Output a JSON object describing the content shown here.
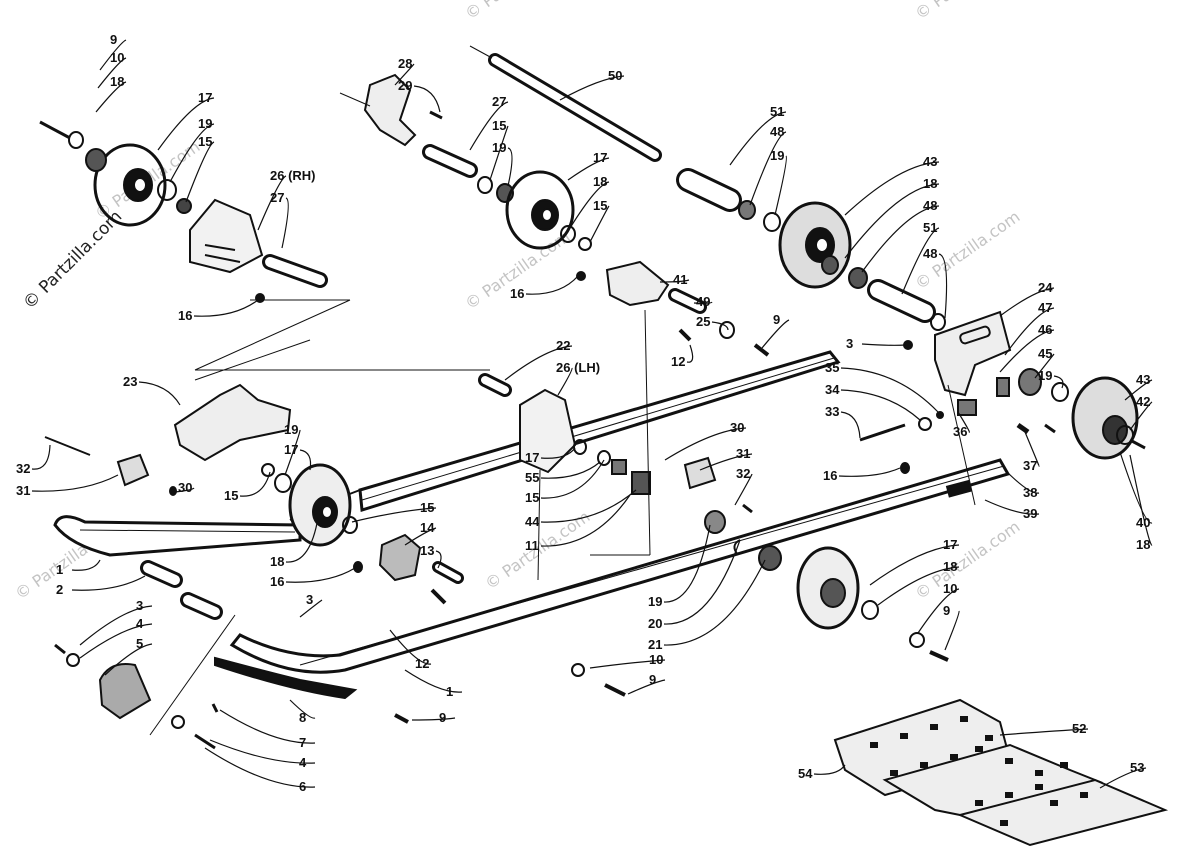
{
  "watermark": {
    "copyright": "© Partzilla.com",
    "tile": "© Partzilla.com"
  },
  "diagram": {
    "callouts": [
      {
        "text": "9"
      },
      {
        "text": "10"
      },
      {
        "text": "18"
      },
      {
        "text": "17"
      },
      {
        "text": "19"
      },
      {
        "text": "15"
      },
      {
        "text": "26 (RH)"
      },
      {
        "text": "27"
      },
      {
        "text": "16"
      },
      {
        "text": "28"
      },
      {
        "text": "29"
      },
      {
        "text": "27"
      },
      {
        "text": "15"
      },
      {
        "text": "19"
      },
      {
        "text": "50"
      },
      {
        "text": "17"
      },
      {
        "text": "18"
      },
      {
        "text": "15"
      },
      {
        "text": "51"
      },
      {
        "text": "48"
      },
      {
        "text": "19"
      },
      {
        "text": "43"
      },
      {
        "text": "18"
      },
      {
        "text": "48"
      },
      {
        "text": "51"
      },
      {
        "text": "48"
      },
      {
        "text": "24"
      },
      {
        "text": "47"
      },
      {
        "text": "46"
      },
      {
        "text": "45"
      },
      {
        "text": "19"
      },
      {
        "text": "43"
      },
      {
        "text": "42"
      },
      {
        "text": "16"
      },
      {
        "text": "41"
      },
      {
        "text": "49"
      },
      {
        "text": "25"
      },
      {
        "text": "9"
      },
      {
        "text": "12"
      },
      {
        "text": "22"
      },
      {
        "text": "26 (LH)"
      },
      {
        "text": "23"
      },
      {
        "text": "3"
      },
      {
        "text": "35"
      },
      {
        "text": "34"
      },
      {
        "text": "33"
      },
      {
        "text": "36"
      },
      {
        "text": "37"
      },
      {
        "text": "38"
      },
      {
        "text": "39"
      },
      {
        "text": "40"
      },
      {
        "text": "18"
      },
      {
        "text": "32"
      },
      {
        "text": "31"
      },
      {
        "text": "30"
      },
      {
        "text": "19"
      },
      {
        "text": "17"
      },
      {
        "text": "15"
      },
      {
        "text": "17"
      },
      {
        "text": "55"
      },
      {
        "text": "15"
      },
      {
        "text": "44"
      },
      {
        "text": "11"
      },
      {
        "text": "30"
      },
      {
        "text": "31"
      },
      {
        "text": "32"
      },
      {
        "text": "16"
      },
      {
        "text": "15"
      },
      {
        "text": "14"
      },
      {
        "text": "13"
      },
      {
        "text": "18"
      },
      {
        "text": "16"
      },
      {
        "text": "1"
      },
      {
        "text": "2"
      },
      {
        "text": "3"
      },
      {
        "text": "4"
      },
      {
        "text": "5"
      },
      {
        "text": "3"
      },
      {
        "text": "12"
      },
      {
        "text": "1"
      },
      {
        "text": "8"
      },
      {
        "text": "9"
      },
      {
        "text": "7"
      },
      {
        "text": "4"
      },
      {
        "text": "6"
      },
      {
        "text": "19"
      },
      {
        "text": "20"
      },
      {
        "text": "21"
      },
      {
        "text": "10"
      },
      {
        "text": "9"
      },
      {
        "text": "17"
      },
      {
        "text": "18"
      },
      {
        "text": "10"
      },
      {
        "text": "9"
      },
      {
        "text": "52"
      },
      {
        "text": "54"
      },
      {
        "text": "53"
      }
    ]
  }
}
